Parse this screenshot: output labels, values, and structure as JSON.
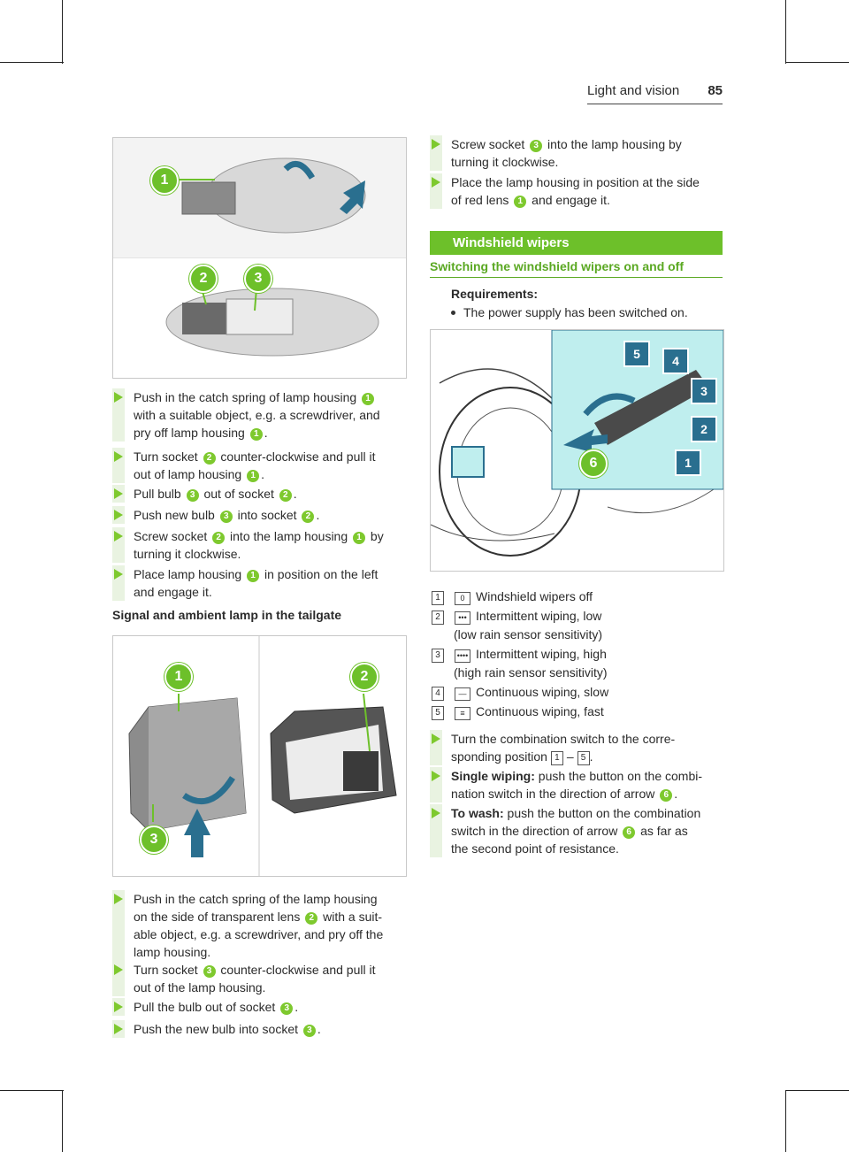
{
  "header": {
    "section": "Light and vision",
    "page": "85"
  },
  "left": {
    "steps_a": [
      [
        "Push in the catch spring of lamp housing ",
        "1",
        "",
        ""
      ],
      [
        "with a suitable object, e.g. a screwdriver, and",
        "",
        "",
        ""
      ],
      [
        "pry off lamp housing ",
        "1",
        ".",
        ""
      ]
    ],
    "s1_l1": "Push in the catch spring of lamp housing",
    "s1_n1": "1",
    "s1_l2": "with a suitable object, e.g. a screwdriver, and",
    "s1_l3": "pry off lamp housing",
    "s1_n2": "1",
    "s2_l1a": "Turn socket",
    "s2_n1": "2",
    "s2_l1b": "counter-clockwise and pull it",
    "s2_l2": "out of lamp housing",
    "s2_n2": "1",
    "s3_a": "Pull bulb",
    "s3_n1": "3",
    "s3_b": "out of socket",
    "s3_n2": "2",
    "s4_a": "Push new bulb",
    "s4_n1": "3",
    "s4_b": "into socket",
    "s4_n2": "2",
    "s5_a": "Screw socket",
    "s5_n1": "2",
    "s5_b": "into the lamp housing",
    "s5_n2": "1",
    "s5_c": "by",
    "s5_l2": "turning it clockwise.",
    "s6_a": "Place lamp housing",
    "s6_n1": "1",
    "s6_b": "in position on the left",
    "s6_l2": "and engage it.",
    "subhead": "Signal and ambient lamp in the tailgate",
    "t1_l1": "Push in the catch spring of the lamp housing",
    "t1_l2a": "on the side of transparent lens",
    "t1_n1": "2",
    "t1_l2b": "with a suit-",
    "t1_l3": "able object, e.g. a screwdriver, and pry off the",
    "t1_l4": "lamp housing.",
    "t2_a": "Turn socket",
    "t2_n1": "3",
    "t2_b": "counter-clockwise and pull it",
    "t2_l2": "out of the lamp housing.",
    "t3_a": "Pull the bulb out of socket",
    "t3_n1": "3",
    "t4_a": "Push the new bulb into socket",
    "t4_n1": "3"
  },
  "figures": {
    "fig1_labels": [
      "1",
      "2",
      "3"
    ],
    "fig2_labels": [
      "1",
      "2",
      "3"
    ],
    "fig3_labels": [
      "5",
      "4",
      "3",
      "2",
      "1",
      "6"
    ]
  },
  "right": {
    "r1_a": "Screw socket",
    "r1_n1": "3",
    "r1_b": "into the lamp housing by",
    "r1_l2": "turning it clockwise.",
    "r2_l1": "Place the lamp housing in position at the side",
    "r2_a": "of red lens",
    "r2_n1": "1",
    "r2_b": "and engage it.",
    "banner": "Windshield wipers",
    "heading": "Switching the windshield wipers on and off",
    "requirements": "Requirements:",
    "req_item": "The power supply has been switched on.",
    "positions": [
      {
        "key": "1",
        "sym": "0",
        "text": "Windshield wipers off"
      },
      {
        "key": "2",
        "sym": "•••",
        "text": "Intermittent wiping, low"
      },
      {
        "key": "",
        "sym": "",
        "text": "(low rain sensor sensitivity)"
      },
      {
        "key": "3",
        "sym": "••••",
        "text": "Intermittent wiping, high"
      },
      {
        "key": "",
        "sym": "",
        "text": "(high rain sensor sensitivity)"
      },
      {
        "key": "4",
        "sym": "—",
        "text": "Continuous wiping, slow"
      },
      {
        "key": "5",
        "sym": "≡",
        "text": "Continuous wiping, fast"
      }
    ],
    "w1_l1": "Turn the combination switch to the corre-",
    "w1_l2a": "sponding position",
    "w1_k1": "1",
    "w1_dash": "–",
    "w1_k2": "5",
    "w2_bold": "Single wiping:",
    "w2_l1": "push the button on the combi-",
    "w2_l2a": "nation switch in the direction of arrow",
    "w2_n1": "6",
    "w3_bold": "To wash:",
    "w3_l1": "push the button on the combination",
    "w3_l2a": "switch in the direction of arrow",
    "w3_n1": "6",
    "w3_l2b": "as far as",
    "w3_l3": "the second point of resistance."
  }
}
